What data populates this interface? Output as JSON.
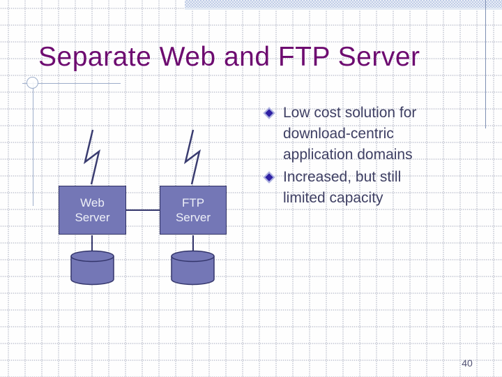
{
  "slide_title": "Separate Web and FTP Server",
  "bullets": [
    {
      "text": "Low cost solution for\ndownload-centric\napplication domains"
    },
    {
      "text": "Increased, but still\nlimited capacity"
    }
  ],
  "diagram": {
    "web_server_label": "Web\nServer",
    "ftp_server_label": "FTP\nServer"
  },
  "page_number": "40",
  "colors": {
    "title": "#6d0b70",
    "body_text": "#3e3f63",
    "node_fill": "#7477b6",
    "node_border": "#2e3063",
    "connector_line": "#3a3c70",
    "accent_band": "#bfcbe6",
    "bullet_diamond": "#2e1fa3"
  }
}
